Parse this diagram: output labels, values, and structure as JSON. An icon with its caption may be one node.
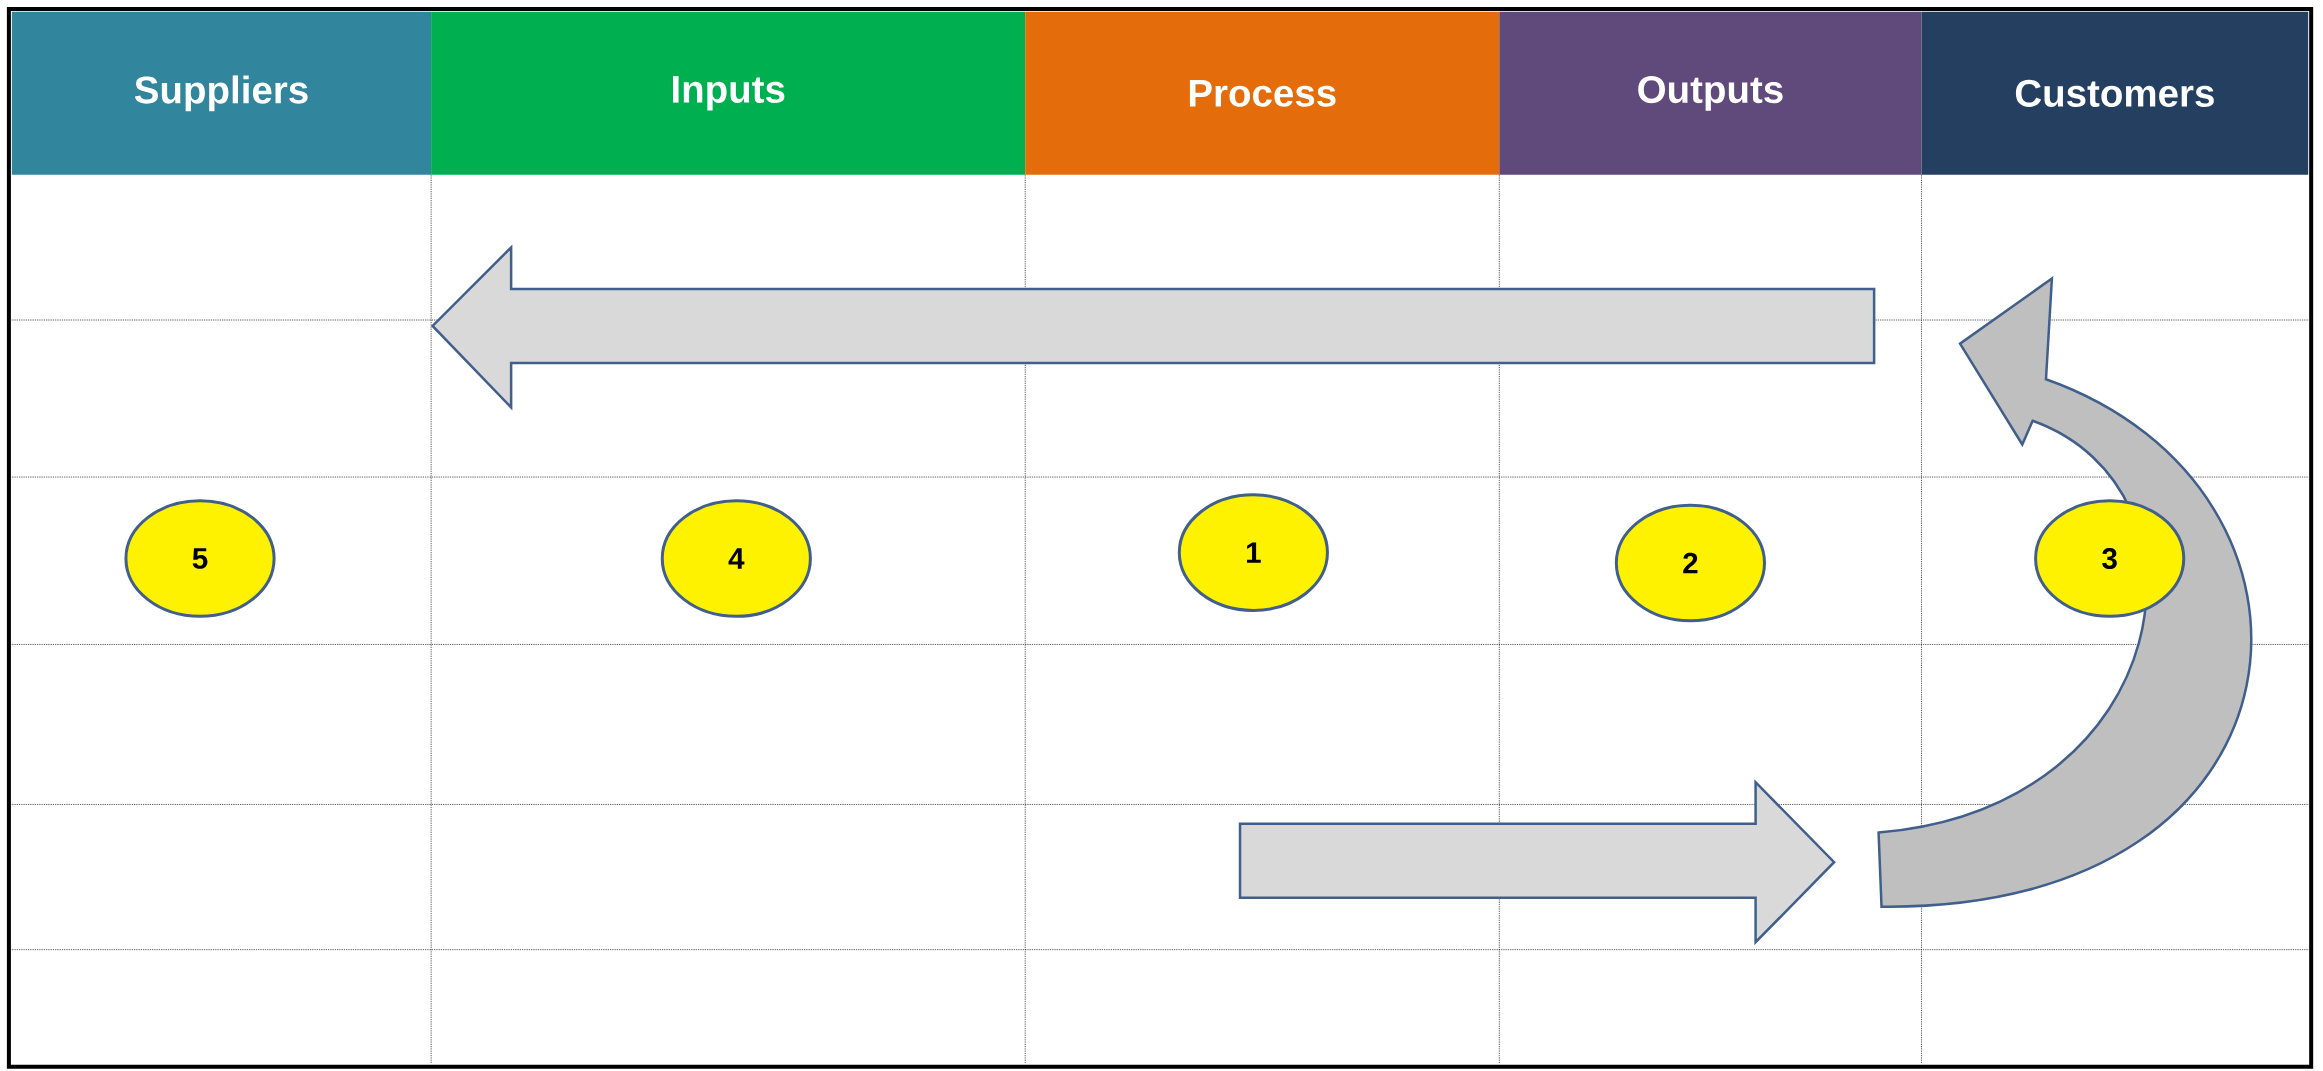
{
  "diagram": {
    "nodes": [
      {
        "text": [
          "Suppliers"
        ]
      },
      {
        "text": [
          "Inputs"
        ]
      },
      {
        "text": [
          "Process"
        ]
      },
      {
        "text": [
          "Outputs"
        ]
      },
      {
        "text": [
          "Customers"
        ]
      },
      {
        "text": [
          "5"
        ]
      },
      {
        "text": [
          "4"
        ]
      },
      {
        "text": [
          "1"
        ]
      },
      {
        "text": [
          "2"
        ]
      },
      {
        "text": [
          "3"
        ]
      }
    ]
  }
}
